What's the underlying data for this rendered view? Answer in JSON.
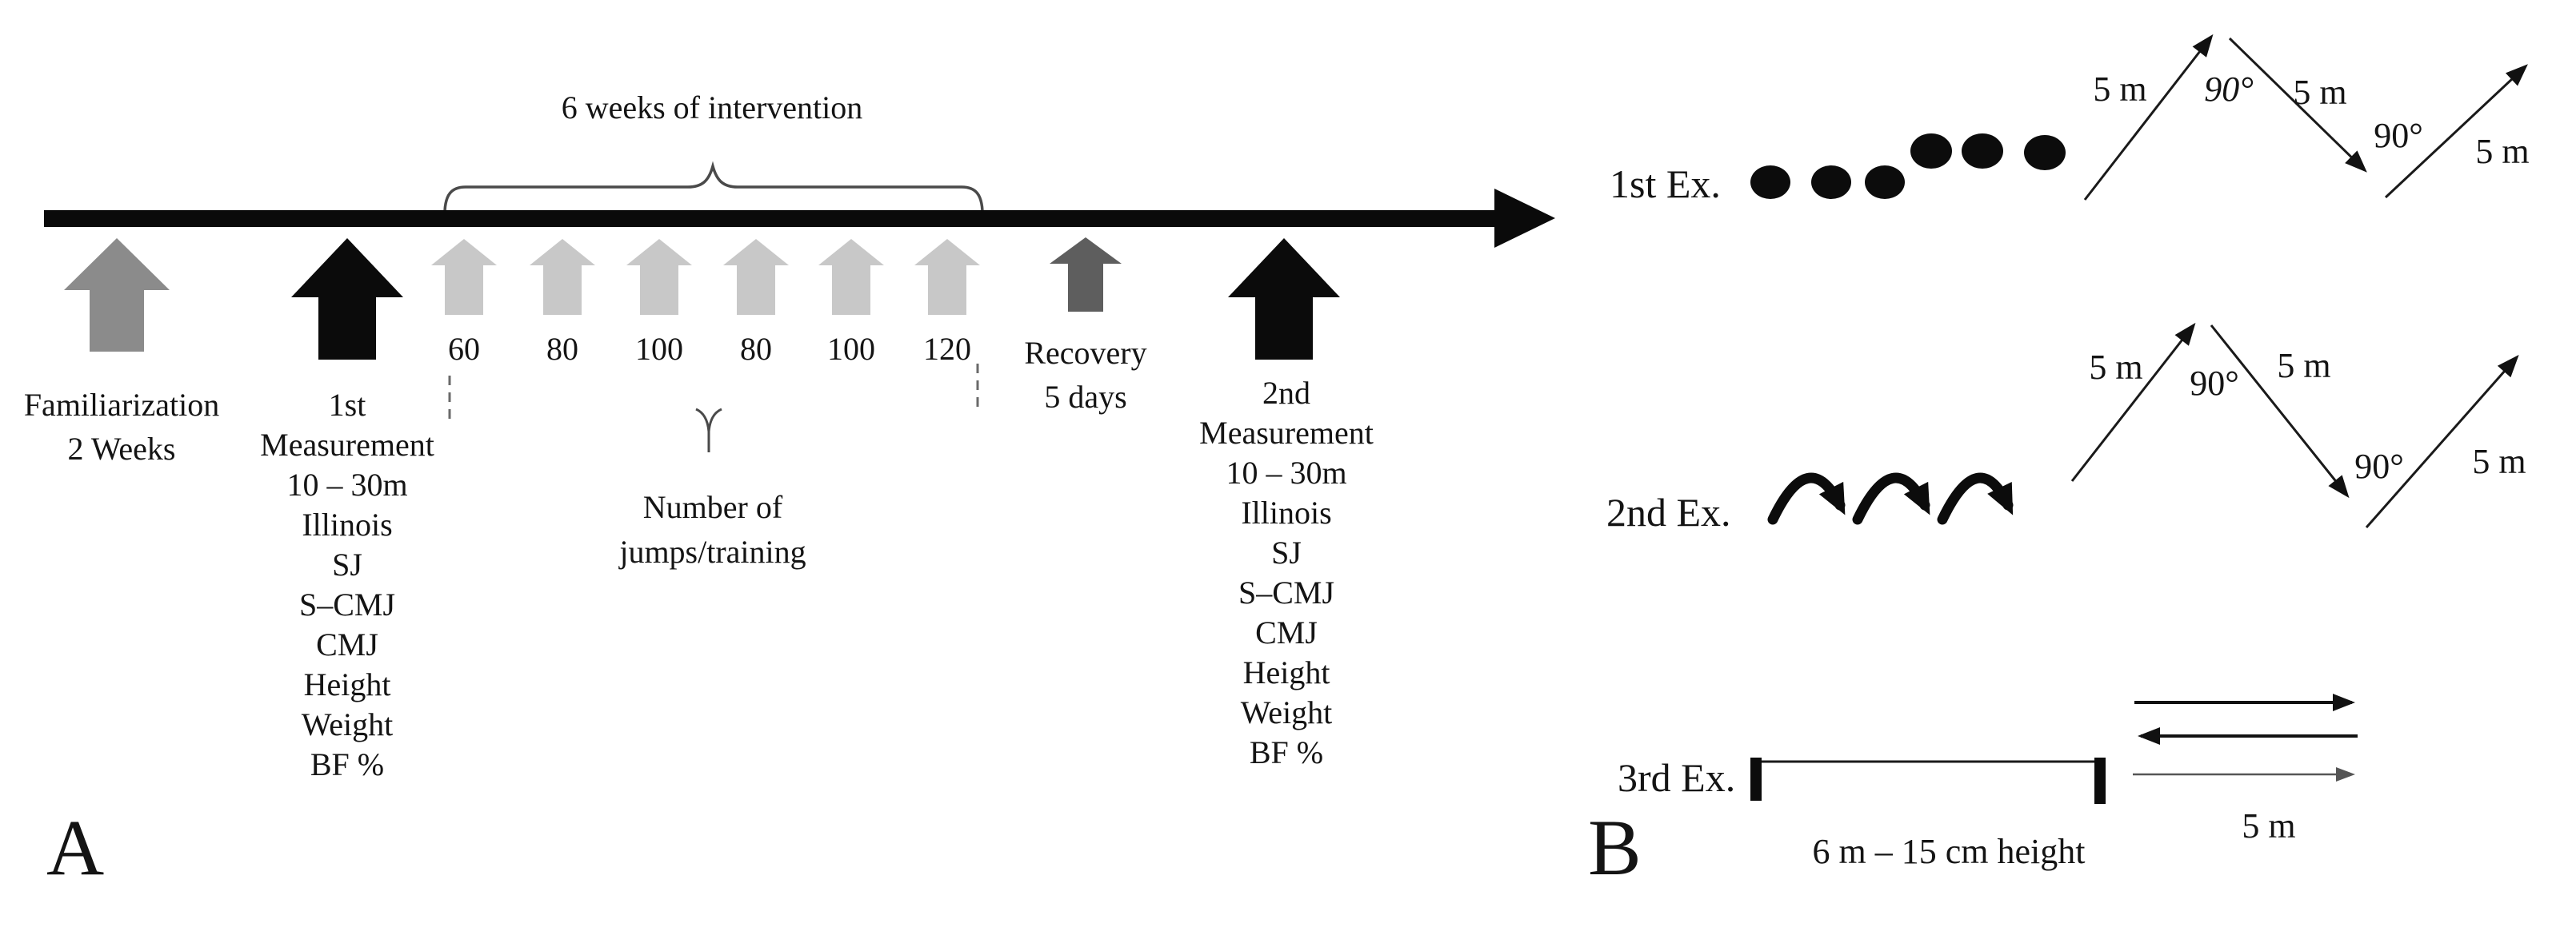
{
  "figure": {
    "panel_a": {
      "label": "A",
      "title": "6 weeks of intervention",
      "familiarization": {
        "lines": [
          "Familiarization",
          "2 Weeks"
        ]
      },
      "measurement_1": {
        "lines": [
          "1st",
          "Measurement",
          "10 – 30m",
          "Illinois",
          "SJ",
          "S–CMJ",
          "CMJ",
          "Height",
          "Weight",
          "BF %"
        ]
      },
      "jump_counts": [
        "60",
        "80",
        "100",
        "80",
        "100",
        "120"
      ],
      "jumps_caption": {
        "lines": [
          "Number of",
          "jumps/training"
        ]
      },
      "recovery": {
        "lines": [
          "Recovery",
          "5 days"
        ]
      },
      "measurement_2": {
        "lines": [
          "2nd",
          "Measurement",
          "10 – 30m",
          "Illinois",
          "SJ",
          "S–CMJ",
          "CMJ",
          "Height",
          "Weight",
          "BF %"
        ]
      },
      "colors": {
        "timeline": "#0a0a0a",
        "familiarization_arrow": "#8b8b8b",
        "measurement_arrow": "#0b0b0b",
        "session_arrow": "#c8c8c8",
        "recovery_arrow": "#5e5e5e"
      }
    },
    "panel_b": {
      "label": "B",
      "ex1": {
        "label": "1st Ex.",
        "d1": "5 m",
        "a1": "90°",
        "d2": "5 m",
        "a2": "90°",
        "d3": "5 m"
      },
      "ex2": {
        "label": "2nd Ex.",
        "d1": "5 m",
        "a1": "90°",
        "d2": "5 m",
        "a2": "90°",
        "d3": "5 m"
      },
      "ex3": {
        "label": "3rd Ex.",
        "track": "6 m – 15 cm height",
        "distance": "5 m"
      }
    }
  }
}
